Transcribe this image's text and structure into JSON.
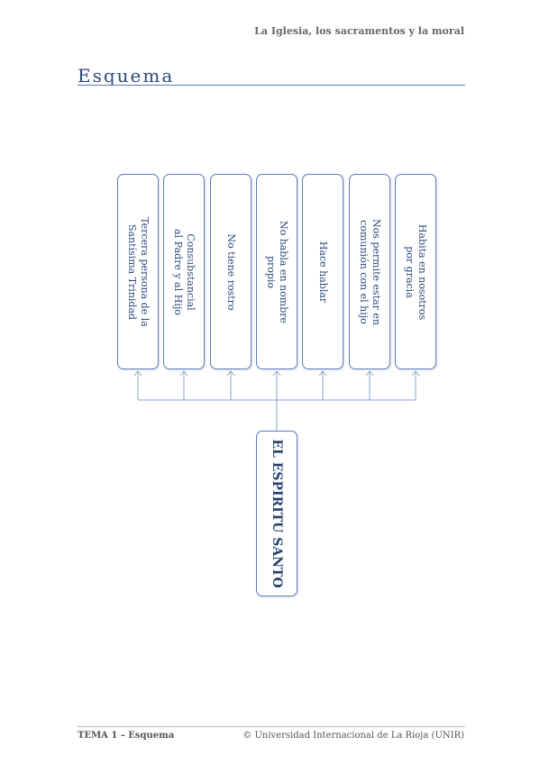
{
  "header": {
    "text": "La Iglesia, los sacramentos y la moral"
  },
  "section": {
    "title": "Esquema"
  },
  "diagram": {
    "main": "EL ESPIRITU SANTO",
    "boxes": [
      "Tercera persona de la\nSantísima Trinidad",
      "Consubstancial\nal Padre y al Hijo",
      "No tiene rostro",
      "No habla en nombre\npropio",
      "Hace hablar",
      "Nos permite estar en\ncomunión con el hijo",
      "Habita en nosotros\npor gracia"
    ]
  },
  "footer": {
    "left": "TEMA 1 – Esquema",
    "right": "© Universidad Internacional de La Rioja (UNIR)"
  },
  "colors": {
    "accent": "#5d7fb8",
    "text": "#2e4c7c"
  }
}
